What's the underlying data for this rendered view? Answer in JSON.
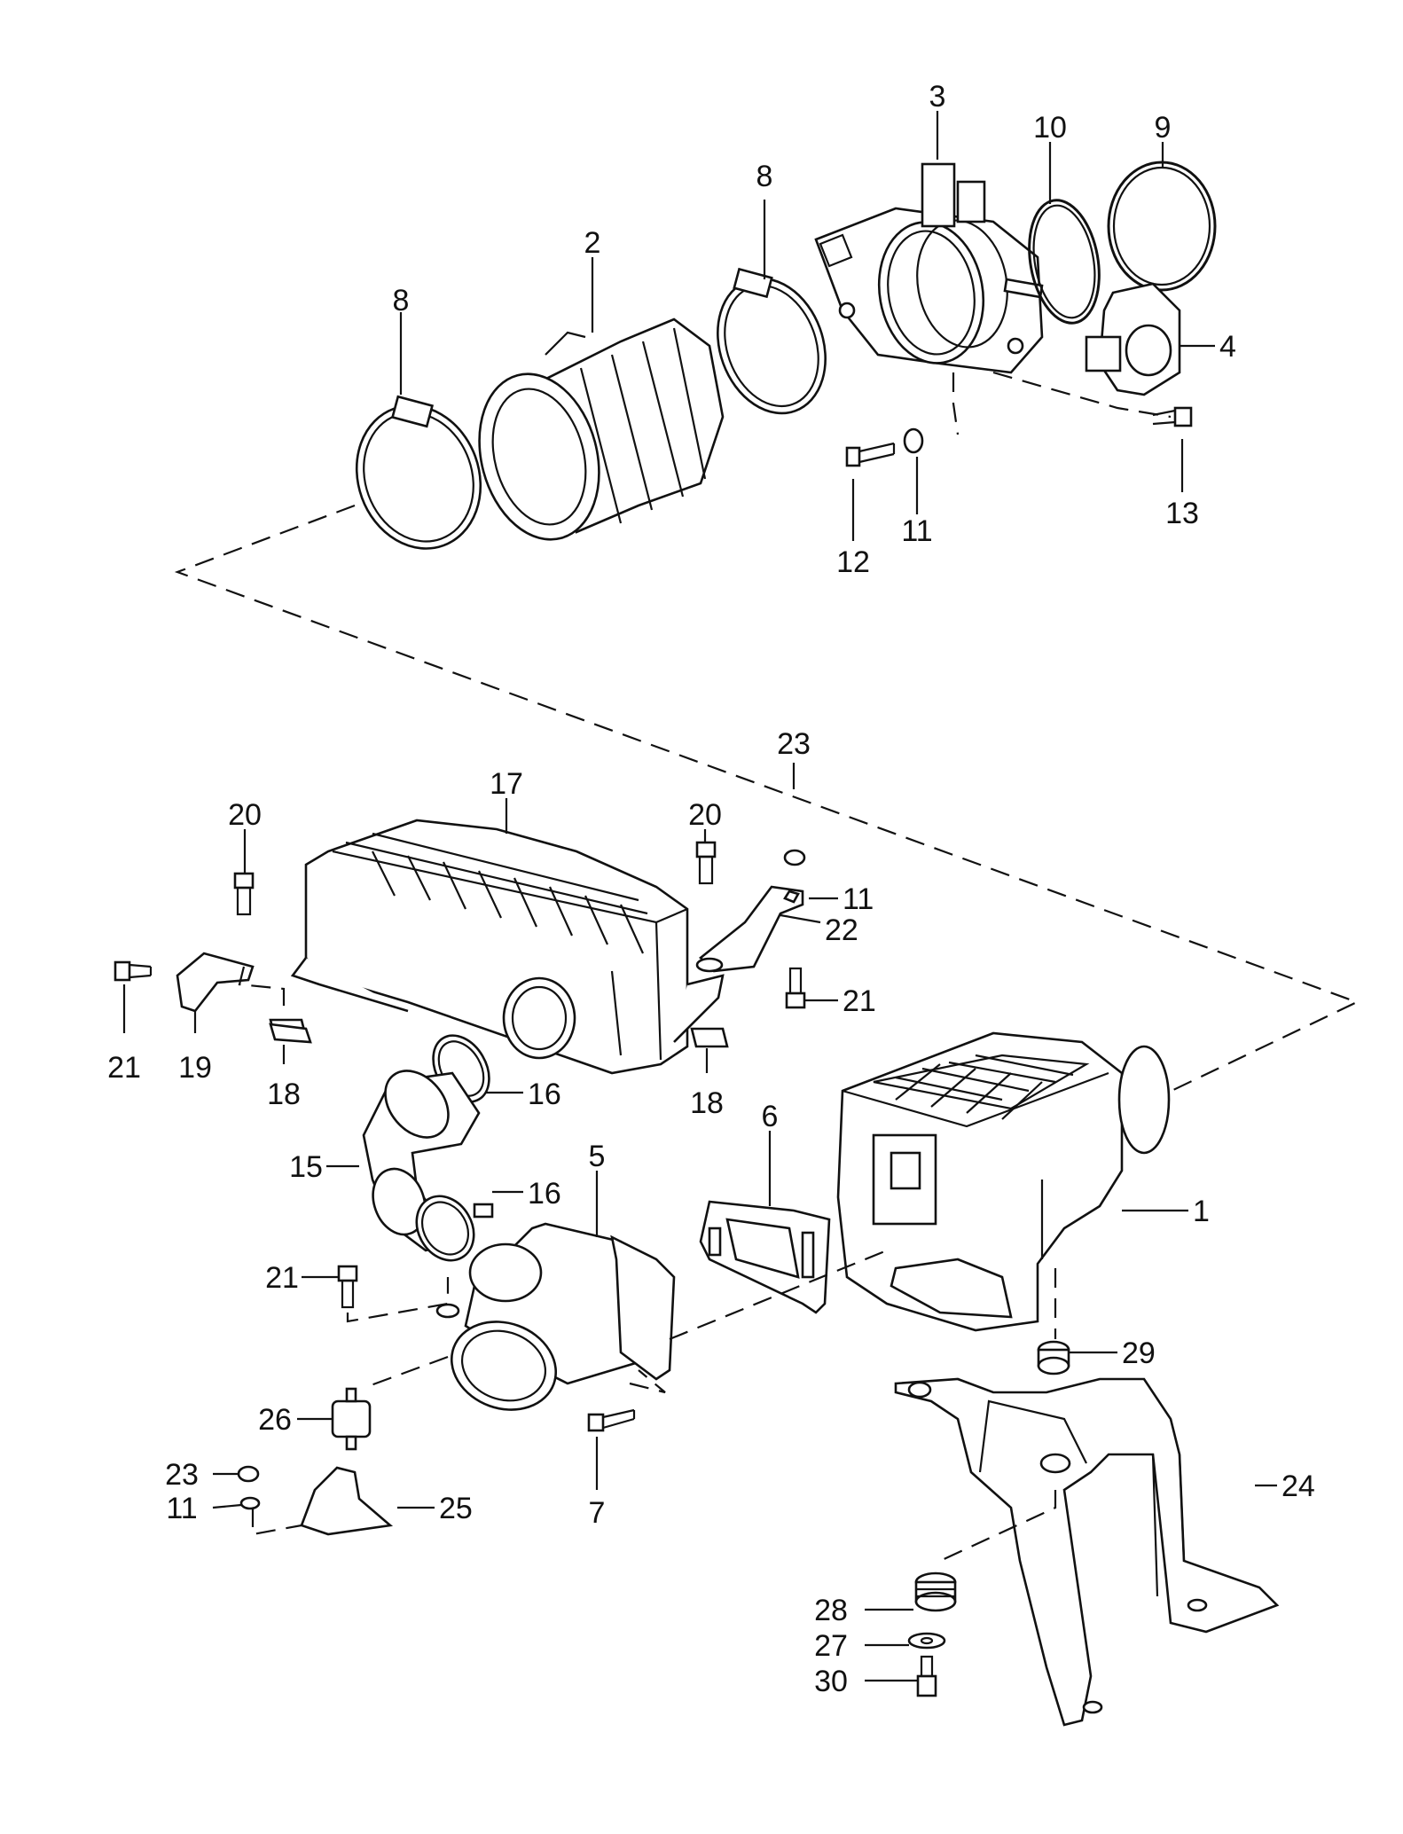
{
  "diagram": {
    "type": "exploded-parts-diagram",
    "colors": {
      "ink": "#111111",
      "background": "#ffffff"
    },
    "callouts": {
      "c1": "1",
      "c2": "2",
      "c3": "3",
      "c4": "4",
      "c5": "5",
      "c6": "6",
      "c7": "7",
      "c8a": "8",
      "c8b": "8",
      "c9": "9",
      "c10": "10",
      "c11a": "11",
      "c11b": "11",
      "c11c": "11",
      "c12": "12",
      "c13": "13",
      "c15": "15",
      "c16a": "16",
      "c16b": "16",
      "c17": "17",
      "c18a": "18",
      "c18b": "18",
      "c19": "19",
      "c20a": "20",
      "c20b": "20",
      "c21a": "21",
      "c21b": "21",
      "c21c": "21",
      "c22": "22",
      "c23a": "23",
      "c23b": "23",
      "c24": "24",
      "c25": "25",
      "c26": "26",
      "c27": "27",
      "c28": "28",
      "c29": "29",
      "c30": "30"
    }
  }
}
